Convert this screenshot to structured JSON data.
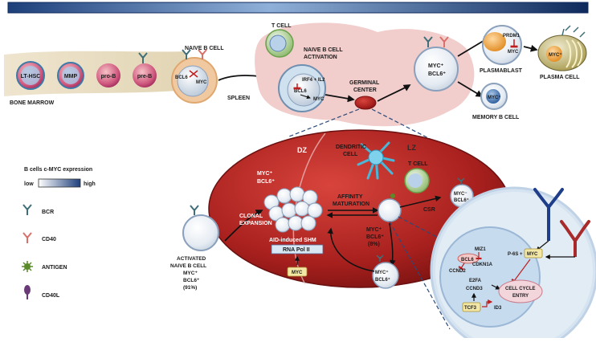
{
  "bone_marrow": {
    "cells": [
      "LT-HSC",
      "MMP",
      "pro-B",
      "pre-B"
    ],
    "label": "BONE MARROW"
  },
  "naive_b_cell": {
    "title": "NAIVE B CELL",
    "bcl6": "BCL6",
    "myc": "MYC"
  },
  "spleen": {
    "label": "SPLEEN"
  },
  "activation": {
    "t_cell": "T CELL",
    "title_line1": "NAIVE B CELL",
    "title_line2": "ACTIVATION",
    "irf4": "IRF4 + IL2",
    "bcl6": "BCL6",
    "myc": "MYC"
  },
  "germinal_center": {
    "line1": "GERMINAL",
    "line2": "CENTER"
  },
  "gc_b_cell": {
    "line1": "MYC⁺",
    "line2": "BCL6⁺"
  },
  "plasmablast": {
    "prdm1": "PRDM1",
    "myc": "MYC",
    "label": "PLASMABLAST"
  },
  "plasma_cell": {
    "myc": "MYC⁺",
    "label": "PLASMA CELL"
  },
  "memory_b_cell": {
    "myc": "MYC⁺",
    "label": "MEMORY B CELL"
  },
  "legend": {
    "title": "B cells c-MYC expression",
    "low": "low",
    "high": "high",
    "items": [
      "BCR",
      "CD40",
      "ANTIGEN",
      "CD40L"
    ],
    "colors": {
      "BCR": "#3f6f78",
      "CD40": "#d9706a",
      "ANTIGEN": "#5a8a2a",
      "CD40L": "#6a3a78"
    }
  },
  "zones": {
    "dz": "DZ",
    "lz": "LZ"
  },
  "dendritic_cell": {
    "line1": "DENDRITIC",
    "line2": "CELL"
  },
  "lz_t_cell": "T CELL",
  "dz_cells": {
    "line1": "MYC⁺",
    "line2": "BCL6⁺"
  },
  "affinity": {
    "line1": "AFFINITY",
    "line2": "MATURATION"
  },
  "csr": {
    "label": "CSR",
    "cell_line1": "MYC⁻",
    "cell_line2": "BCL6⁺"
  },
  "selected": {
    "line1": "MYC⁺",
    "line2": "BCL6⁺",
    "line3": "(8%)"
  },
  "recycling": {
    "line1": "MYC⁺",
    "line2": "BCL6⁺"
  },
  "shm": {
    "line1": "AID-induced SHM",
    "line2": "RNA Pol II",
    "myc": "MYC"
  },
  "clonal": {
    "line1": "CLONAL",
    "line2": "EXPANSION"
  },
  "activated": {
    "line1": "ACTIVATED",
    "line2": "NAIVE B CELL",
    "line3": "MYC⁺",
    "line4": "BCL6⁺",
    "line5": "(91%)"
  },
  "signaling": {
    "miz1": "MIZ1",
    "bcl6": "BCL6",
    "ccnd2": "CCND2",
    "cdkn1a": "CDKN1A",
    "p6s": "P-6S +",
    "myc": "MYC",
    "e2fa": "E2FA",
    "ccnd3": "CCND3",
    "cell_cycle_line1": "CELL CYCLE",
    "cell_cycle_line2": "ENTRY",
    "tcf3": "TCF3",
    "id3": "ID3"
  }
}
